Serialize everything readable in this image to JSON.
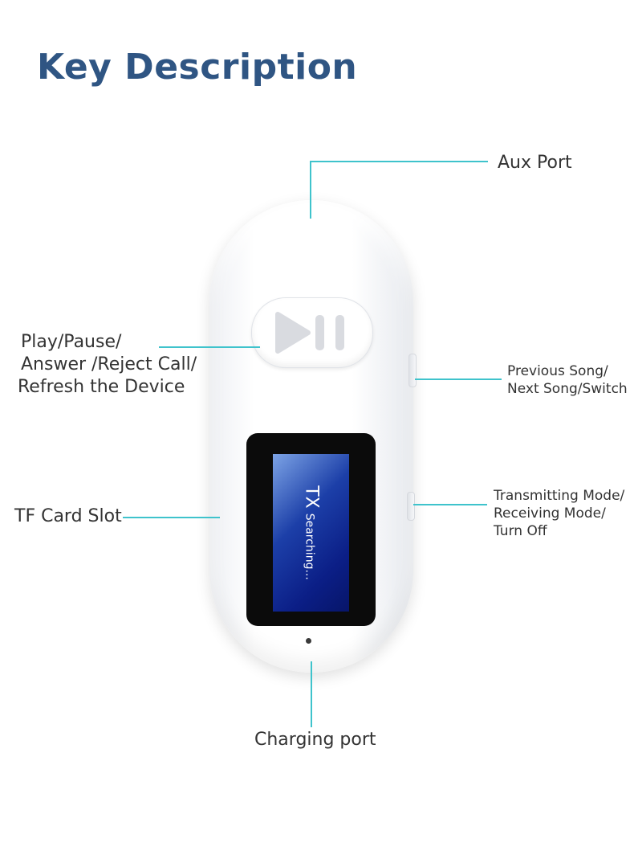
{
  "title": "Key Description",
  "labels": {
    "aux_port": "Aux Port",
    "play_pause": [
      "Play/Pause/",
      "Answer /Reject Call/",
      "Refresh the Device"
    ],
    "prev_next": [
      "Previous Song/",
      "Next Song/Switch"
    ],
    "tf_card": "TF Card Slot",
    "mode": [
      "Transmitting Mode/",
      "Receiving Mode/",
      "Turn Off"
    ],
    "charging": "Charging port"
  },
  "screen": {
    "mode": "TX",
    "status": "Searching..."
  },
  "colors": {
    "title": "#2f5583",
    "leader_line": "#3fc3cc",
    "screen_blue": "#0b1e86"
  },
  "icons": [
    "play-pause-icon"
  ]
}
